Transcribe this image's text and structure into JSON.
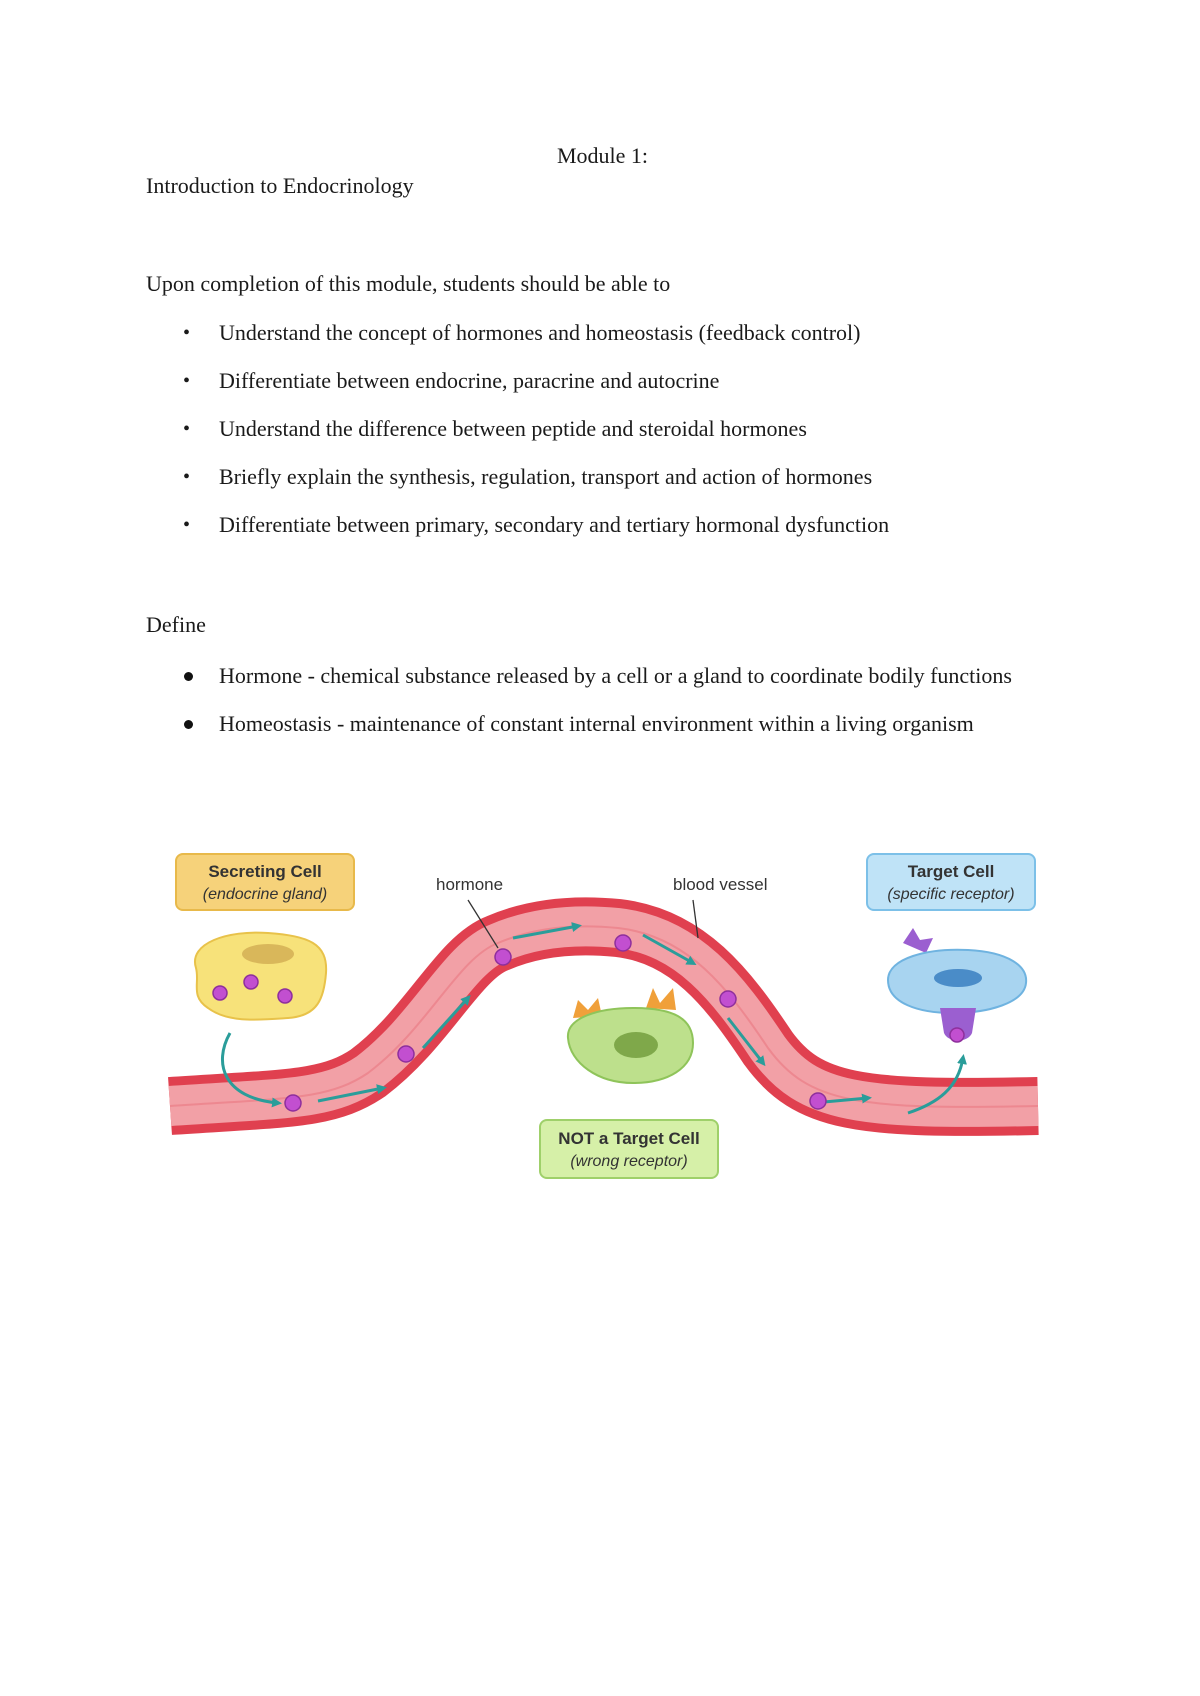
{
  "header": {
    "module_title": "Module 1:",
    "subtitle": "Introduction to Endocrinology"
  },
  "objectives": {
    "intro": "Upon completion of this module, students should be able to",
    "bullet_glyph": "•",
    "items": [
      "Understand the concept of hormones and homeostasis (feedback control)",
      "Differentiate between endocrine, paracrine and autocrine",
      "Understand the difference between peptide and steroidal hormones",
      "Briefly explain the synthesis, regulation, transport and action of hormones",
      "Differentiate between primary, secondary and tertiary hormonal  dysfunction"
    ]
  },
  "definitions": {
    "heading": "Define",
    "items": [
      "Hormone - chemical substance released by a cell or a gland to coordinate bodily functions",
      "Homeostasis - maintenance of constant internal environment within a living organism"
    ]
  },
  "diagram": {
    "secreting_cell": {
      "title": "Secreting Cell",
      "subtitle": "(endocrine gland)"
    },
    "hormone_label": "hormone",
    "vessel_label": "blood vessel",
    "target_cell": {
      "title": "Target Cell",
      "subtitle": "(specific receptor)"
    },
    "not_target_cell": {
      "title_bold": "NOT",
      "title_rest": " a Target Cell",
      "subtitle": "(wrong receptor)"
    },
    "colors": {
      "vessel_outer": "#e0404f",
      "vessel_inner": "#f2a0a6",
      "hormone": "#c24fd0",
      "arrow": "#2a9d9a",
      "secreting_box": "#f6d27a",
      "secreting_cell": "#f7e27a",
      "target_box": "#bfe3f7",
      "target_cell": "#a8d4f0",
      "not_target_box": "#d6f0a8",
      "not_target_cell": "#bde08c",
      "wrong_receptor": "#f0a03a",
      "receptor": "#9b5fd0"
    }
  }
}
